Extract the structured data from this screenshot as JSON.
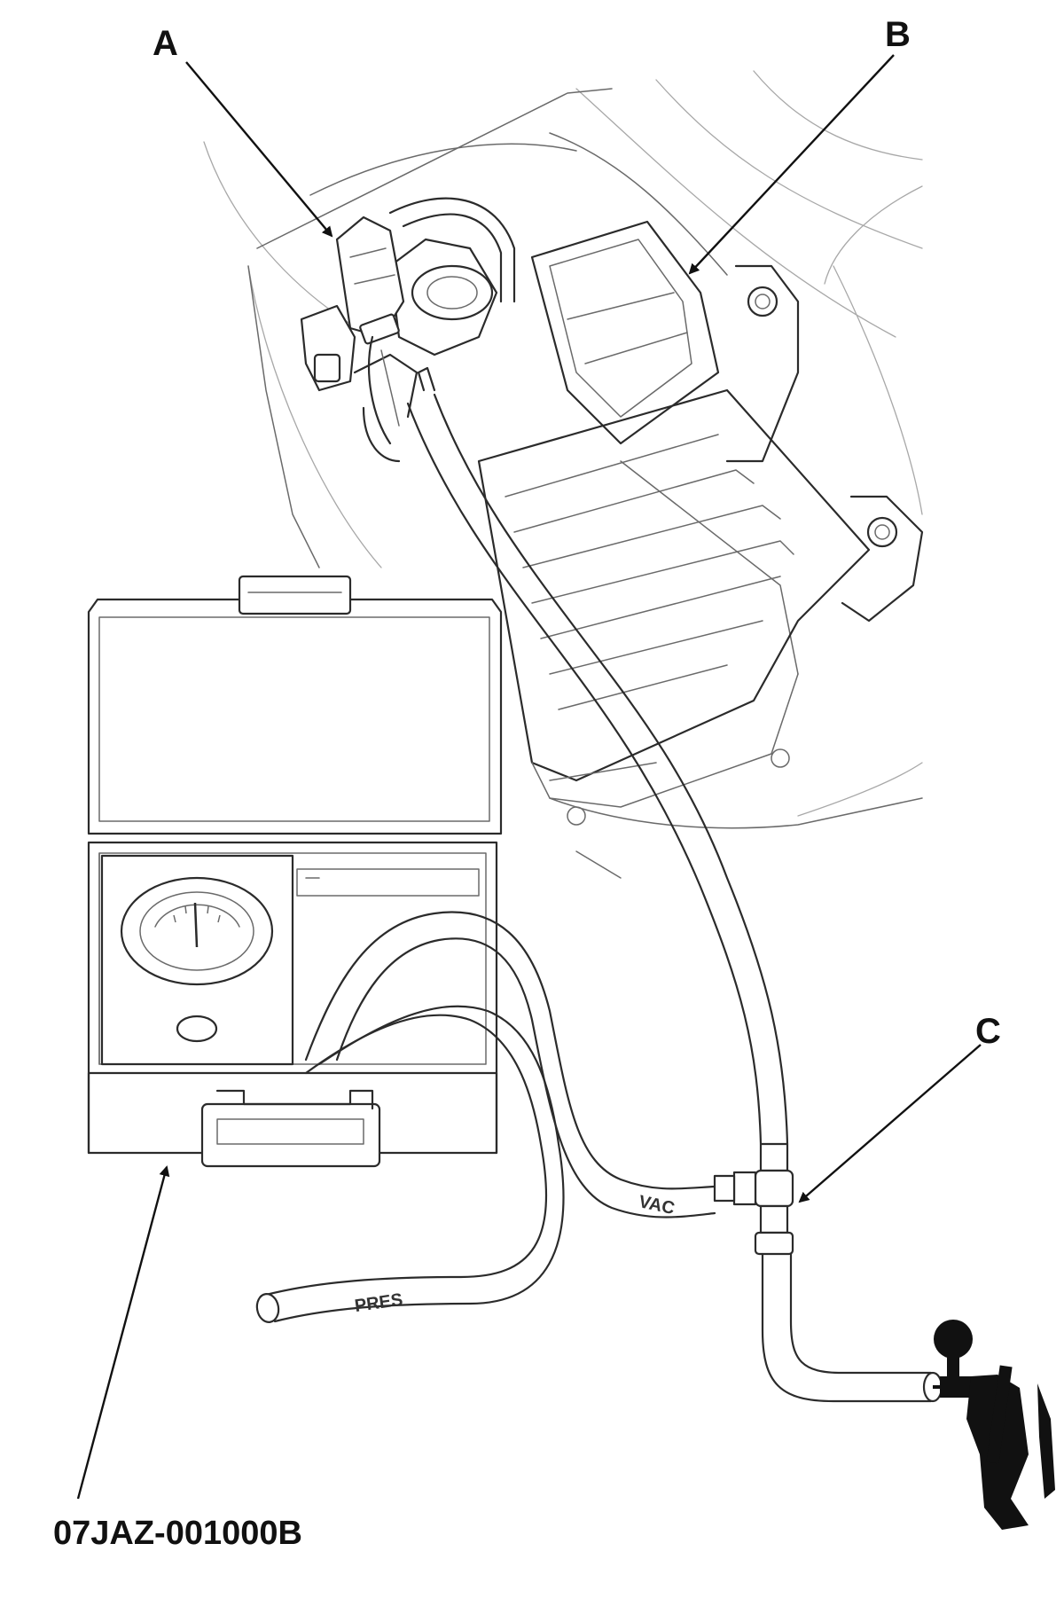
{
  "callouts": {
    "a": "A",
    "b": "B",
    "c": "C",
    "tool": "07JAZ-001000B"
  },
  "hose_labels": {
    "vac": "VAC",
    "pres": "PRES"
  },
  "colors": {
    "line": "#2b2b2b",
    "background": "#ffffff",
    "pump_fill": "#111111"
  }
}
